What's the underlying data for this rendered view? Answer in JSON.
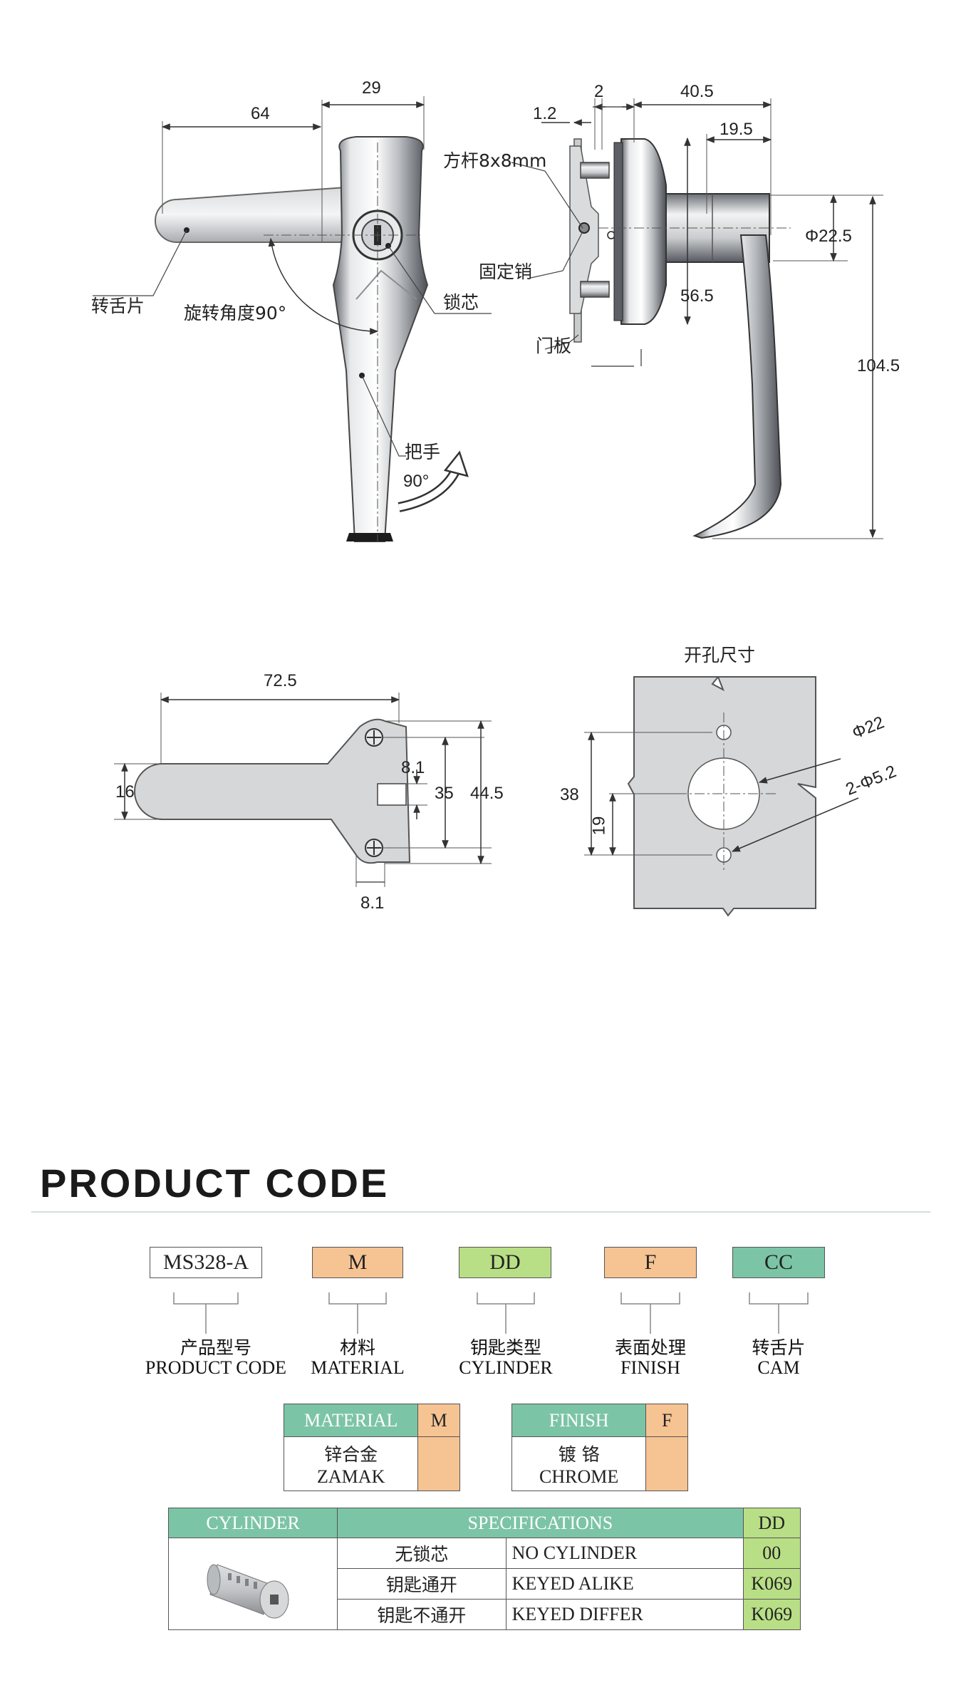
{
  "drawing": {
    "front_view": {
      "dims": [
        "64",
        "29"
      ],
      "callouts": {
        "cam": "转舌片",
        "rotation": "旋转角度90°",
        "cylinder": "锁芯",
        "handle": "把手",
        "handle_angle": "90°"
      }
    },
    "side_view": {
      "dims": [
        "2",
        "40.5",
        "1.2",
        "19.5",
        "Φ22.5",
        "56.5",
        "104.5"
      ],
      "callouts": {
        "square_bar": "方杆8x8mm",
        "fixing_pin": "固定销",
        "door_panel": "门板"
      }
    },
    "cam_view": {
      "dims": [
        "72.5",
        "16",
        "8.1",
        "35",
        "44.5",
        "8.1"
      ]
    },
    "cutout_view": {
      "title": "开孔尺寸",
      "dims": [
        "Φ22",
        "2-Φ5.2",
        "38",
        "19"
      ]
    }
  },
  "product_code": {
    "heading": "PRODUCT CODE",
    "boxes": [
      {
        "code": "MS328-A",
        "zh": "产品型号",
        "en": "PRODUCT CODE",
        "color": "#ffffff"
      },
      {
        "code": "M",
        "zh": "材料",
        "en": "MATERIAL",
        "color": "#f6c393"
      },
      {
        "code": "DD",
        "zh": "钥匙类型",
        "en": "CYLINDER",
        "color": "#b9df86"
      },
      {
        "code": "F",
        "zh": "表面处理",
        "en": "FINISH",
        "color": "#f6c393"
      },
      {
        "code": "CC",
        "zh": "转舌片",
        "en": "CAM",
        "color": "#7cc4a6"
      }
    ]
  },
  "material_table": {
    "header": "MATERIAL",
    "code": "M",
    "zh": "锌合金",
    "en": "ZAMAK"
  },
  "finish_table": {
    "header": "FINISH",
    "code": "F",
    "zh": "镀  铬",
    "en": "CHROME"
  },
  "cylinder_table": {
    "header_cylinder": "CYLINDER",
    "header_specs": "SPECIFICATIONS",
    "header_code": "DD",
    "rows": [
      {
        "zh": "无锁芯",
        "en": "NO CYLINDER",
        "code": "00"
      },
      {
        "zh": "钥匙通开",
        "en": "KEYED ALIKE",
        "code": "K069"
      },
      {
        "zh": "钥匙不通开",
        "en": "KEYED DIFFER",
        "code": "K069"
      }
    ]
  }
}
